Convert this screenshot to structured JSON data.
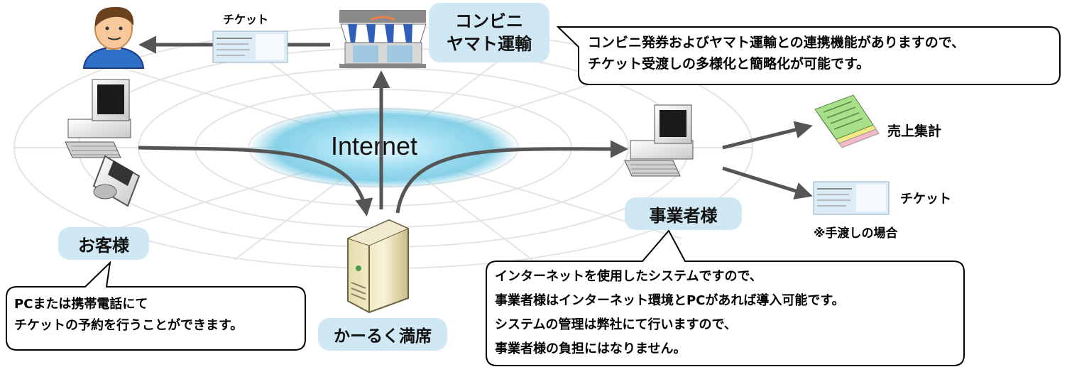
{
  "network_label": "Internet",
  "labels": {
    "customer": "お客様",
    "server": "かーるく満席",
    "business": "事業者様",
    "convenience_line1": "コンビニ",
    "convenience_line2": "ヤマト運輸",
    "ticket_top": "チケット",
    "sales_total": "売上集計",
    "ticket_right": "チケット",
    "handover_note": "※手渡しの場合"
  },
  "callouts": {
    "convenience": [
      "コンビニ発券およびヤマト運輸との連携機能がありますので、",
      "チケット受渡しの多様化と簡略化が可能です。"
    ],
    "customer": [
      "PCまたは携帯電話にて",
      "チケットの予約を行うことができます。"
    ],
    "business": [
      "インターネットを使用したシステムですので、",
      "事業者様はインターネット環境とPCがあれば導入可能です。",
      "システムの管理は弊社にて行いますので、",
      "事業者様の負担にはなりません。"
    ]
  },
  "colors": {
    "pill_bg": "#cfe8f3",
    "arrow": "#555555",
    "cloud": "#7ccfe8"
  }
}
